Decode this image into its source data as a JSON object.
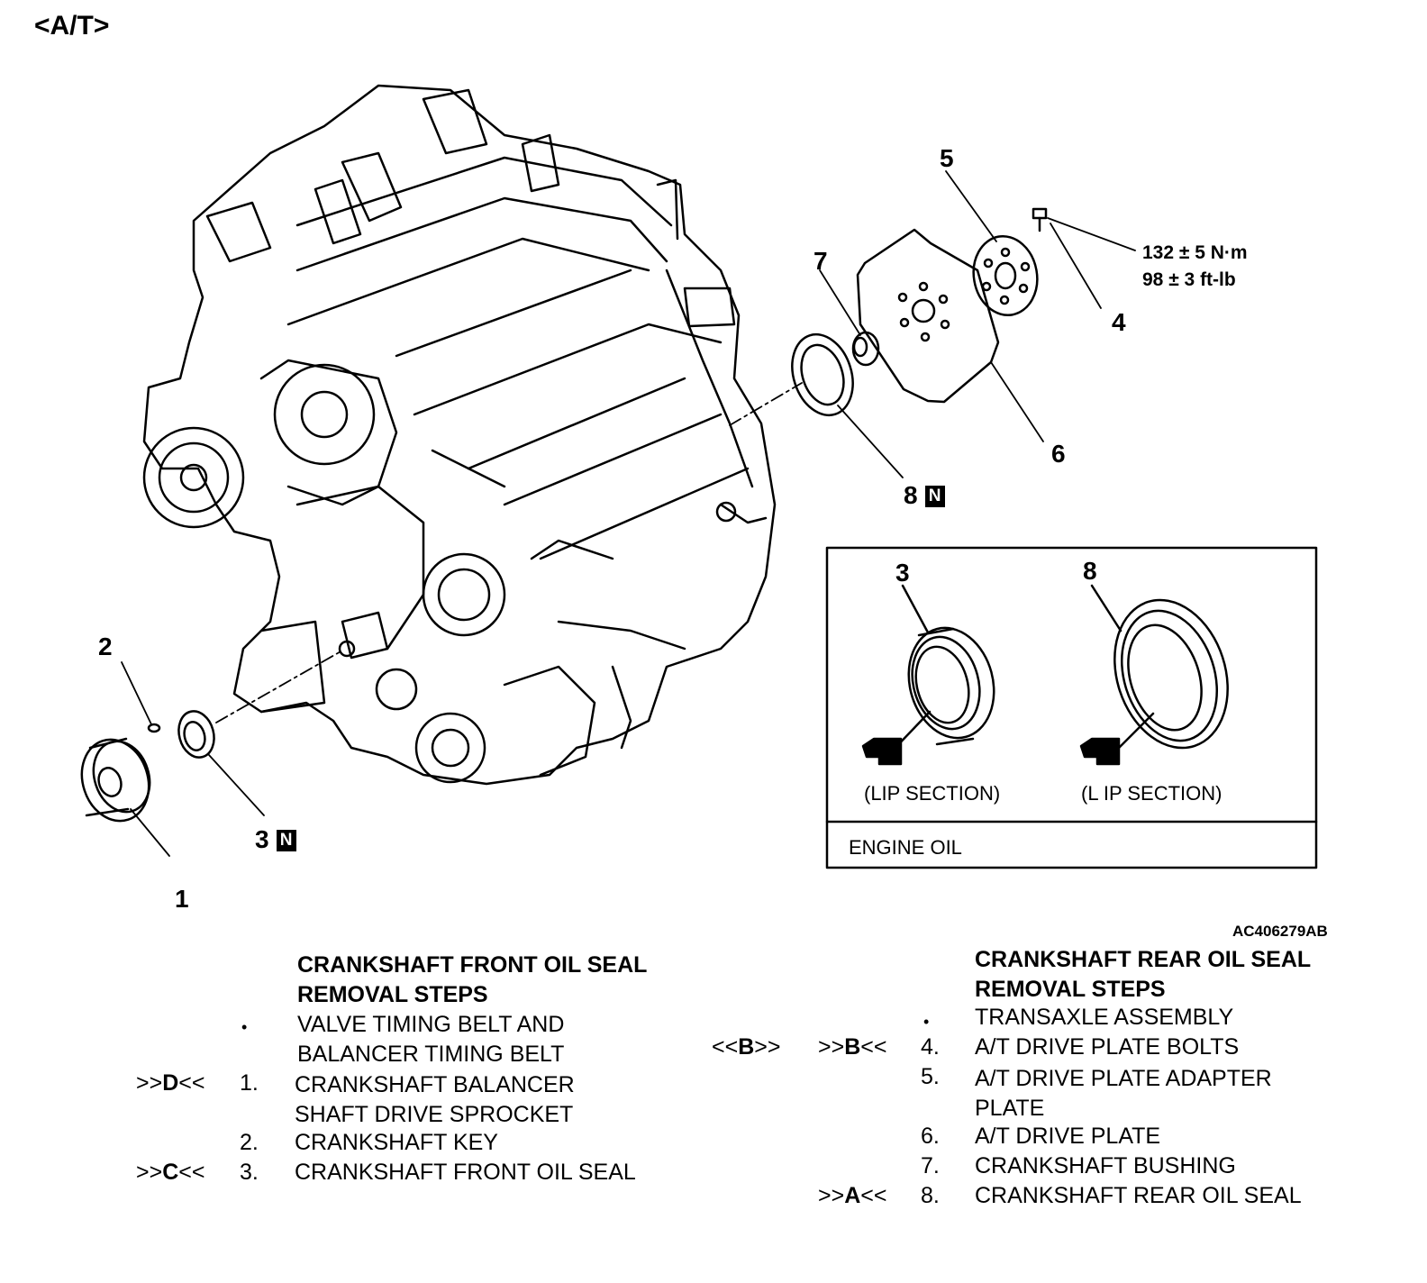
{
  "header": {
    "title": "<A/T>"
  },
  "callouts": {
    "c1": "1",
    "c2": "2",
    "c3": "3",
    "c4": "4",
    "c5": "5",
    "c6": "6",
    "c7": "7",
    "c8": "8",
    "new_part_mark": "N"
  },
  "torque": {
    "metric": "132 ± 5 N·m",
    "imperial": "98 ± 3 ft-lb"
  },
  "inset": {
    "left_num": "3",
    "right_num": "8",
    "left_caption": "(LIP SECTION)",
    "right_caption": "(L IP SECTION)",
    "legend": "ENGINE OIL"
  },
  "figure_id": "AC406279AB",
  "front": {
    "heading_line1": "CRANKSHAFT FRONT OIL SEAL",
    "heading_line2": "REMOVAL STEPS",
    "bullet": "•",
    "prereq_line1": "VALVE TIMING BELT AND",
    "prereq_line2": "BALANCER TIMING BELT",
    "steps": [
      {
        "ref": ">>D<<",
        "num": "1.",
        "line1": "CRANKSHAFT BALANCER",
        "line2": "SHAFT DRIVE SPROCKET"
      },
      {
        "ref": "",
        "num": "2.",
        "line1": "CRANKSHAFT KEY",
        "line2": ""
      },
      {
        "ref": ">>C<<",
        "num": "3.",
        "line1": "CRANKSHAFT FRONT OIL SEAL",
        "line2": ""
      }
    ]
  },
  "rear": {
    "heading_line1": "CRANKSHAFT REAR OIL SEAL",
    "heading_line2": "REMOVAL STEPS",
    "bullet": "•",
    "prereq": "TRANSAXLE ASSEMBLY",
    "steps": [
      {
        "removal_ref": "<<B>>",
        "install_ref": ">>B<<",
        "num": "4.",
        "line1": "A/T DRIVE PLATE BOLTS",
        "line2": ""
      },
      {
        "removal_ref": "",
        "install_ref": "",
        "num": "5.",
        "line1": "A/T DRIVE PLATE ADAPTER",
        "line2": "PLATE"
      },
      {
        "removal_ref": "",
        "install_ref": "",
        "num": "6.",
        "line1": "A/T DRIVE PLATE",
        "line2": ""
      },
      {
        "removal_ref": "",
        "install_ref": "",
        "num": "7.",
        "line1": "CRANKSHAFT BUSHING",
        "line2": ""
      },
      {
        "removal_ref": "",
        "install_ref": ">>A<<",
        "num": "8.",
        "line1": "CRANKSHAFT REAR OIL SEAL",
        "line2": ""
      }
    ]
  }
}
